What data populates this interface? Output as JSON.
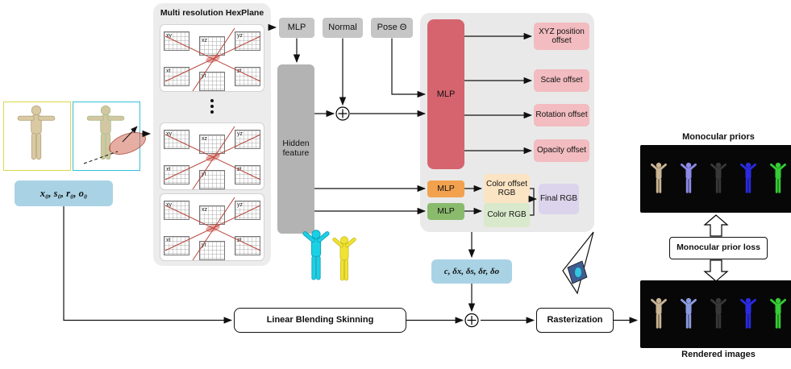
{
  "palette": {
    "panel_gray": "#ececec",
    "box_gray": "#c6c6c6",
    "hidden_gray": "#b3b3b3",
    "mlp_red": "#d5646f",
    "offset_pink": "#f2bcc0",
    "mlp_orange": "#f2a24e",
    "color_offset_bg": "#fbe4c3",
    "mlp_green": "#8abb6d",
    "color_rgb_bg": "#d9e9cb",
    "final_rgb_bg": "#dcd4ec",
    "param_blue": "#a9d3e5",
    "image_border_yellow": "#d8d84c",
    "image_border_cyan": "#35c0d8"
  },
  "left": {
    "params": "x₀, s₀, r₀, o₀"
  },
  "hexplane": {
    "title": "Multi resolution HexPlane",
    "plane_labels": [
      "xy",
      "xz",
      "yz",
      "xt",
      "yt",
      "zt"
    ]
  },
  "encoder": {
    "mlp": "MLP",
    "normal": "Normal",
    "pose": "Pose Θ",
    "hidden": "Hidden feature"
  },
  "decoder": {
    "mlp_main": "MLP",
    "offsets": [
      "XYZ position offset",
      "Scale offset",
      "Rotation offset",
      "Opacity offset"
    ],
    "mlp_color_offset": "MLP",
    "color_offset_rgb": "Color offset RGB",
    "mlp_color": "MLP",
    "color_rgb": "Color RGB",
    "final_rgb": "Final RGB"
  },
  "flow": {
    "gaussian_params": "c, δx, δs, δr, δo",
    "lbs": "Linear Blending Skinning",
    "rasterization": "Rasterization"
  },
  "right": {
    "priors_title": "Monocular priors",
    "loss": "Monocular prior loss",
    "rendered_title": "Rendered images"
  }
}
